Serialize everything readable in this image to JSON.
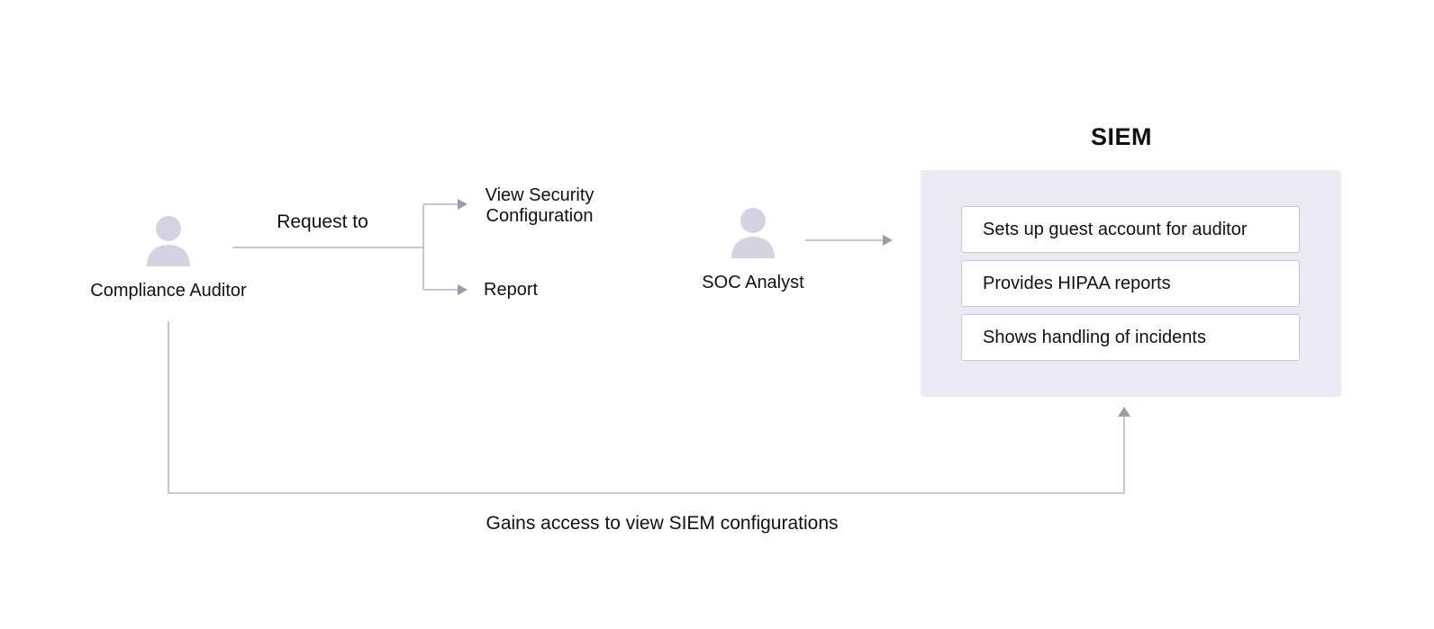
{
  "colors": {
    "avatar": "#d5d3e2",
    "connector": "#b7b6c3",
    "arrowhead": "#9c9ba8",
    "panel": "#eae9f4",
    "item_border": "#c9c8d6"
  },
  "actors": {
    "auditor": {
      "label": "Compliance Auditor",
      "icon": "person-icon"
    },
    "analyst": {
      "label": "SOC Analyst",
      "icon": "person-icon"
    }
  },
  "request": {
    "label": "Request to",
    "targets": [
      {
        "line1": "View Security",
        "line2": "Configuration"
      },
      {
        "line1": "Report"
      }
    ]
  },
  "siem": {
    "title": "SIEM",
    "items": [
      "Sets up guest account for auditor",
      "Provides HIPAA reports",
      "Shows handling of incidents"
    ]
  },
  "access_label": "Gains access to view SIEM configurations"
}
